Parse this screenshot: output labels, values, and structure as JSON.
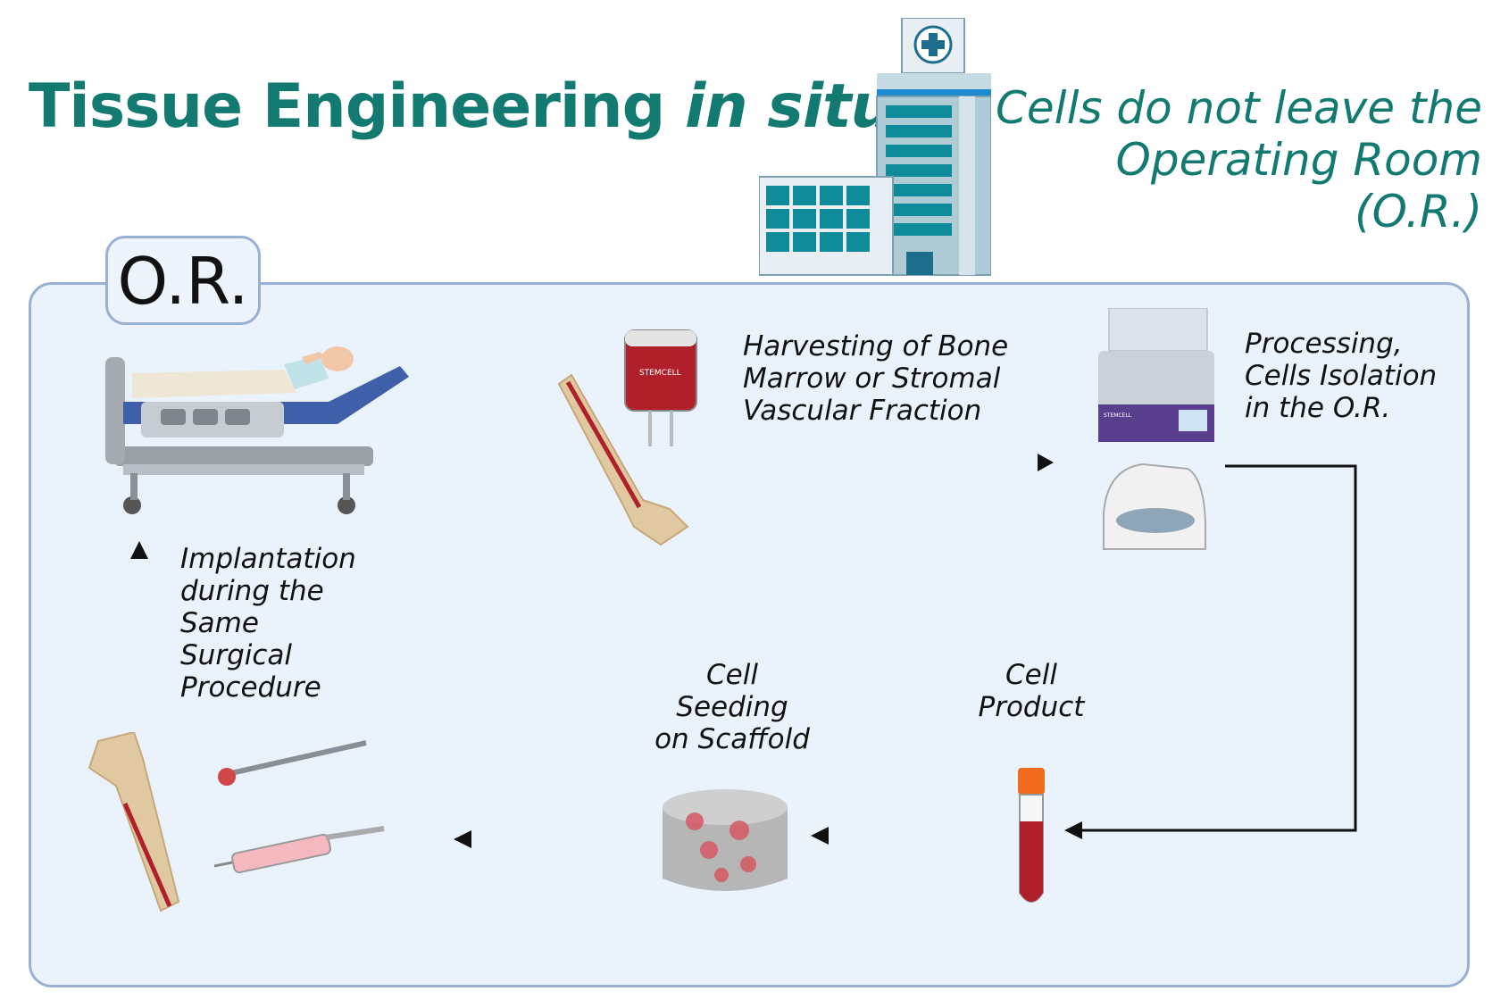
{
  "header": {
    "title_main": "Tissue Engineering ",
    "title_italic": "in situ",
    "subtitle_line1": "Cells do not leave the",
    "subtitle_line2": "Operating Room (O.R.)"
  },
  "panel": {
    "tab_label": "O.R."
  },
  "steps": {
    "harvest": [
      "Harvesting of Bone",
      "Marrow or Stromal",
      "Vascular Fraction"
    ],
    "processing": [
      "Processing,",
      "Cells Isolation",
      "in the O.R."
    ],
    "product": [
      "Cell",
      "Product"
    ],
    "seeding": [
      "Cell",
      "Seeding",
      "on Scaffold"
    ],
    "implant": [
      "Implantation",
      "during the",
      "Same",
      "Surgical",
      "Procedure"
    ]
  },
  "device_text": {
    "bag_brand": "STEMCELL",
    "machine_brand": "STEMCELL"
  },
  "colors": {
    "title": "#137a72",
    "panel_fill": "#eaf2fb",
    "panel_border": "#97b0d4",
    "blood": "#b0202a",
    "arrow": "#111111"
  }
}
